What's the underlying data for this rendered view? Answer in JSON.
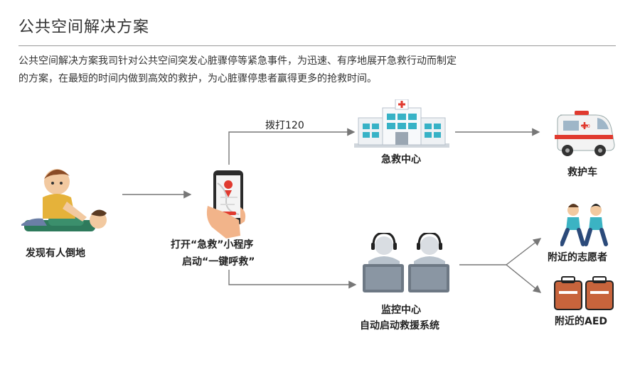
{
  "header": {
    "title": "公共空间解决方案"
  },
  "description": {
    "line1": "公共空间解决方案我司针对公共空间突发心脏骤停等紧急事件，为迅速、有序地展开急救行动而制定",
    "line2": "的方案，在最短的时间内做到高效的救护，为心脏骤停患者赢得更多的抢救时间。"
  },
  "flow": {
    "discover": "发现有人倒地",
    "app_line1": "打开“急救”小程序",
    "app_line2": "启动“一键呼救”",
    "call_label": "拨打120",
    "center": "急救中心",
    "ambulance": "救护车",
    "monitor_line1": "监控中心",
    "monitor_line2": "自动启动救援系统",
    "volunteers": "附近的志愿者",
    "aed": "附近的AED",
    "ambulance_plate": "120"
  },
  "colors": {
    "arrow": "#777777",
    "accent_red": "#e03a2f",
    "teal": "#3bb3c3"
  }
}
